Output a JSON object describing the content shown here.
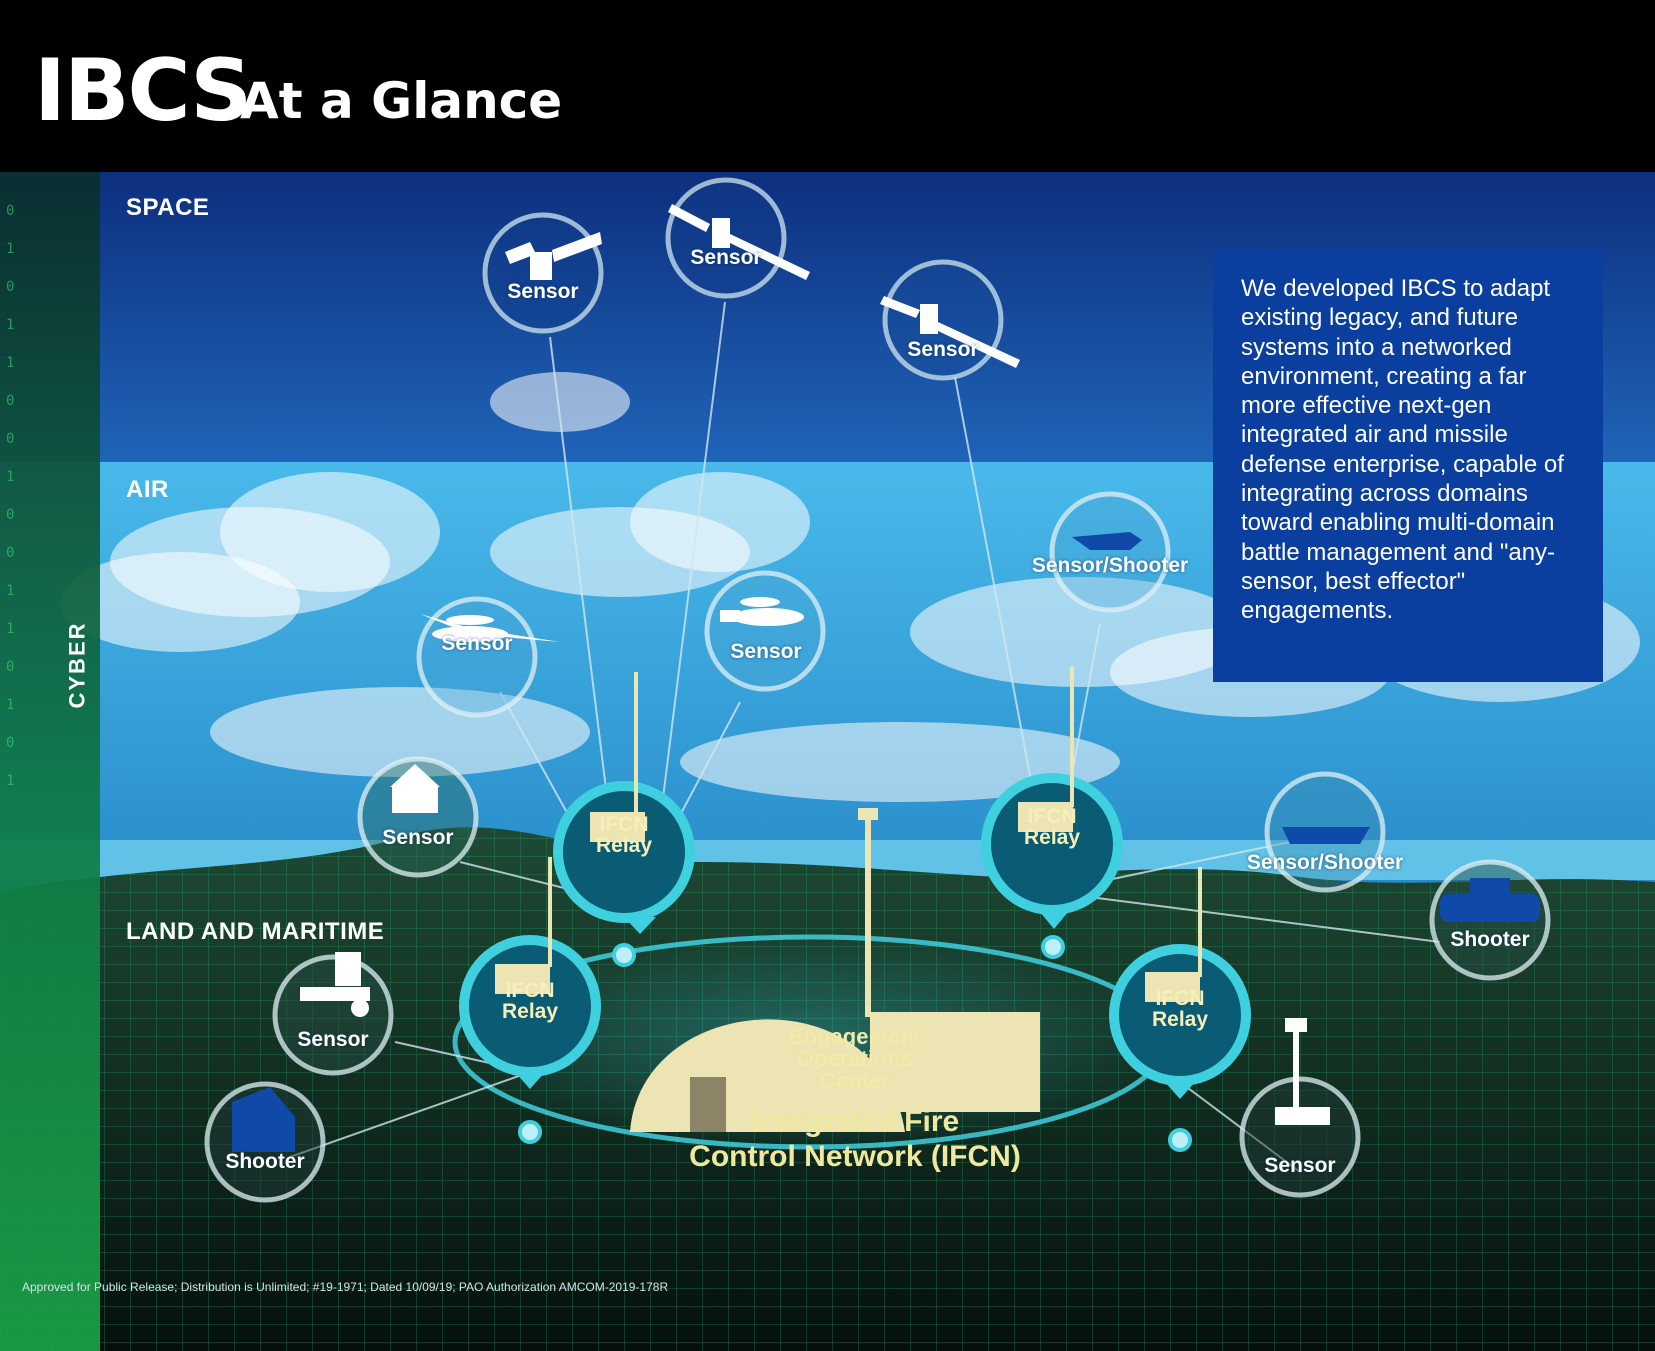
{
  "header": {
    "title": "IBCS",
    "subtitle": "At a Glance"
  },
  "domains": {
    "space": "SPACE",
    "air": "AIR",
    "land": "LAND AND MARITIME",
    "cyber": "CYBER"
  },
  "info_text": "We developed IBCS to adapt existing legacy, and future systems into a networked environment, creating a far more effective next-gen integrated air and missile defense enterprise, capable of integrating across domains toward enabling multi-domain battle management and \"any-sensor, best effector\" engagements.",
  "nodes": {
    "sat1": "Sensor",
    "sat2": "Sensor",
    "sat3": "Sensor",
    "aircraft_awacs": "Sensor",
    "aircraft_hawkeye": "Sensor",
    "fighter": "Sensor/Shooter",
    "ground_radar_left": "Sensor",
    "ship": "Sensor/Shooter",
    "vehicle_right": "Shooter",
    "towed_radar": "Sensor",
    "launcher_left": "Shooter",
    "tower_radar_right": "Sensor"
  },
  "relays": {
    "line1": "IFCN",
    "line2": "Relay"
  },
  "eoc": {
    "line1": "Engagement",
    "line2": "Operations",
    "line3": "Center"
  },
  "network": {
    "line1": "Integrated Fire",
    "line2": "Control Network (IFCN)"
  },
  "cyber_binary": "0 1 0 1 1 0 0 1 0 0 1 1 0 1 0 1",
  "footer": "Approved for Public Release; Distribution is Unlimited; #19-1971; Dated 10/09/19; PAO Authorization AMCOM-2019-178R",
  "colors": {
    "space": "#10398f",
    "air": "#47b5e6",
    "ring": "#3fd0df",
    "relay_fill": "#0a5b74",
    "tan": "#ece4b2",
    "info_box": "#0a3fa0"
  }
}
